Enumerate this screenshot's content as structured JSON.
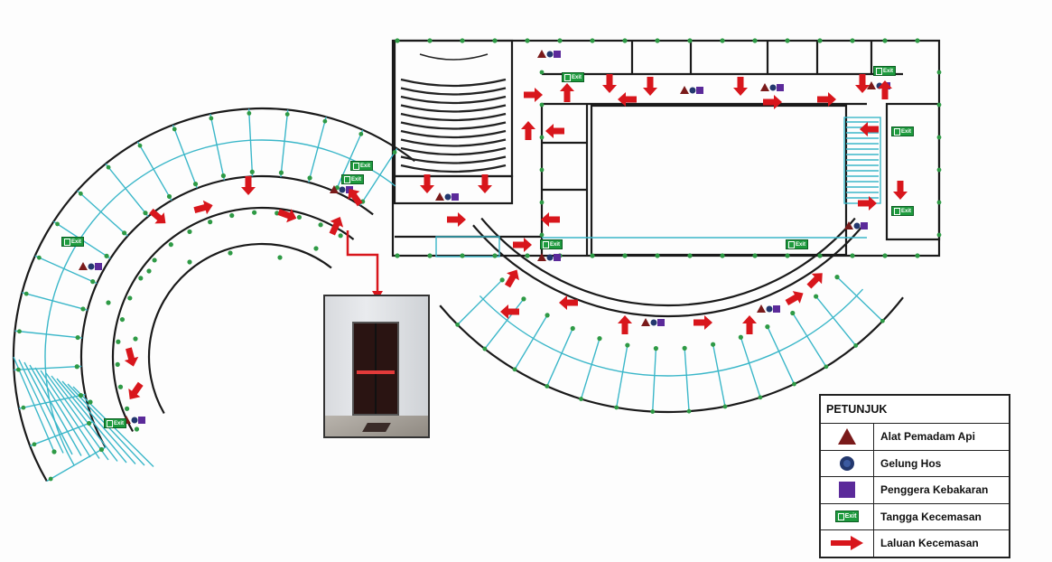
{
  "map": {
    "exit_label": "Exit",
    "colors": {
      "route_arrow": "#d8161c",
      "extinguisher": "#7a1a1a",
      "hose_reel": "#23386e",
      "fire_alarm": "#5b2a9a",
      "exit_sign": "#1e9a3e",
      "wall": "#1a1a1a",
      "partition": "#3bb7c9",
      "column": "#2e9a45"
    }
  },
  "legend": {
    "title": "PETUNJUK",
    "items": [
      {
        "icon": "triangle-icon",
        "label": "Alat Pemadam Api"
      },
      {
        "icon": "hose-reel-icon",
        "label": "Gelung Hos"
      },
      {
        "icon": "fire-alarm-icon",
        "label": "Penggera Kebakaran"
      },
      {
        "icon": "emergency-exit-icon",
        "label": "Tangga Kecemasan"
      },
      {
        "icon": "arrow-right-icon",
        "label": "Laluan Kecemasan"
      }
    ]
  }
}
